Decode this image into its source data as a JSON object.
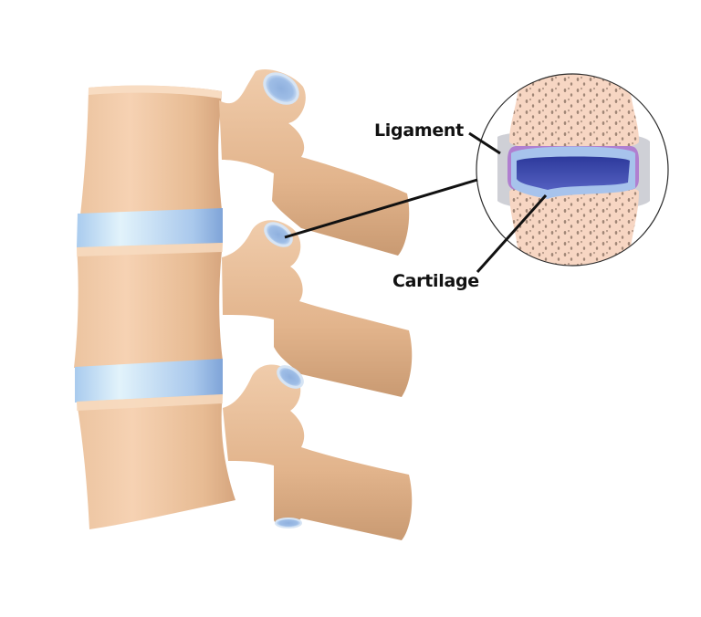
{
  "diagram": {
    "subject": "Lumbar spine facet joint",
    "labels": {
      "ligament": "Ligament",
      "cartilage": "Cartilage"
    },
    "parts": [
      "vertebral-body-upper",
      "vertebral-body-middle",
      "vertebral-body-lower",
      "intervertebral-disc-upper",
      "intervertebral-disc-lower",
      "spinous-process",
      "facet-joint",
      "zoomed-joint-inset"
    ],
    "colors": {
      "bone": "#e9bd98",
      "bone_shadow": "#c99a72",
      "disc": "#b9d8f0",
      "disc_edge": "#8eb2de",
      "cancellous_bone": "#f7d6c3",
      "bone_pores": "#a48a7c",
      "joint_space": "#3a4aa8",
      "cartilage": "#a7c3ec",
      "synovium": "#b07fd0",
      "ligament_capsule": "#cfcfd4",
      "leader_line": "#111111"
    }
  }
}
